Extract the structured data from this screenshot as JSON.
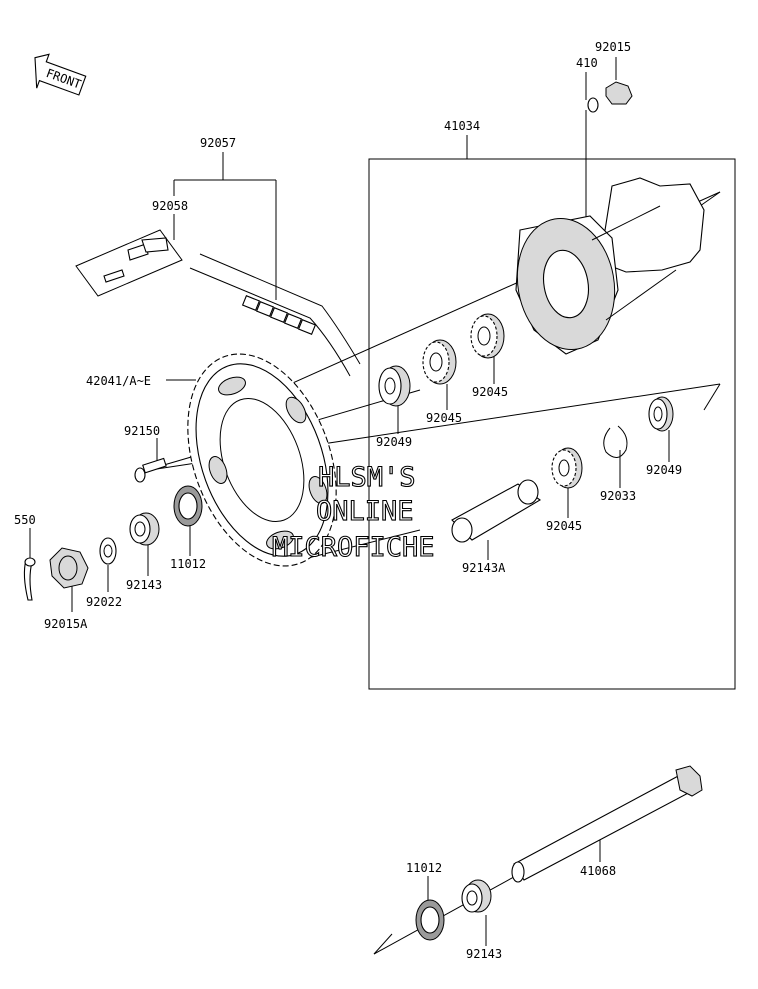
{
  "front_badge": "FRONT",
  "labels": {
    "p92015": "92015",
    "p410": "410",
    "p41034": "41034",
    "p92057": "92057",
    "p92058": "92058",
    "p42041": "42041/A~E",
    "p92150": "92150",
    "p550": "550",
    "p92015A": "92015A",
    "p92022": "92022",
    "p92143_a": "92143",
    "p11012_a": "11012",
    "p92049_a": "92049",
    "p92045_a": "92045",
    "p92045_b": "92045",
    "p92049_b": "92049",
    "p92033": "92033",
    "p92045_c": "92045",
    "p92143A": "92143A",
    "p11012_b": "11012",
    "p41068": "41068",
    "p92143_b": "92143"
  },
  "watermark": {
    "line1": "HLSM'S",
    "line2": "ONLINE",
    "line3": "MICROFICHE"
  }
}
